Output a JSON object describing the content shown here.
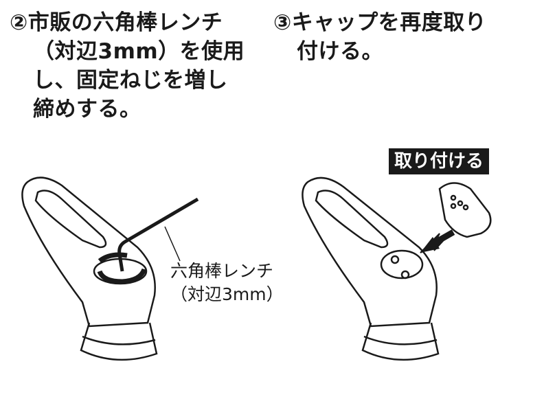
{
  "step2": {
    "lines": [
      "②市販の六角棒レンチ",
      "（対辺3mm）を使用",
      "し、固定ねじを増し",
      "締めする。"
    ],
    "callout": [
      "六角棒レンチ",
      "（対辺3mm）"
    ]
  },
  "step3": {
    "lines": [
      "③キャップを再度取り",
      "付ける。"
    ],
    "badge": "取り付ける"
  }
}
